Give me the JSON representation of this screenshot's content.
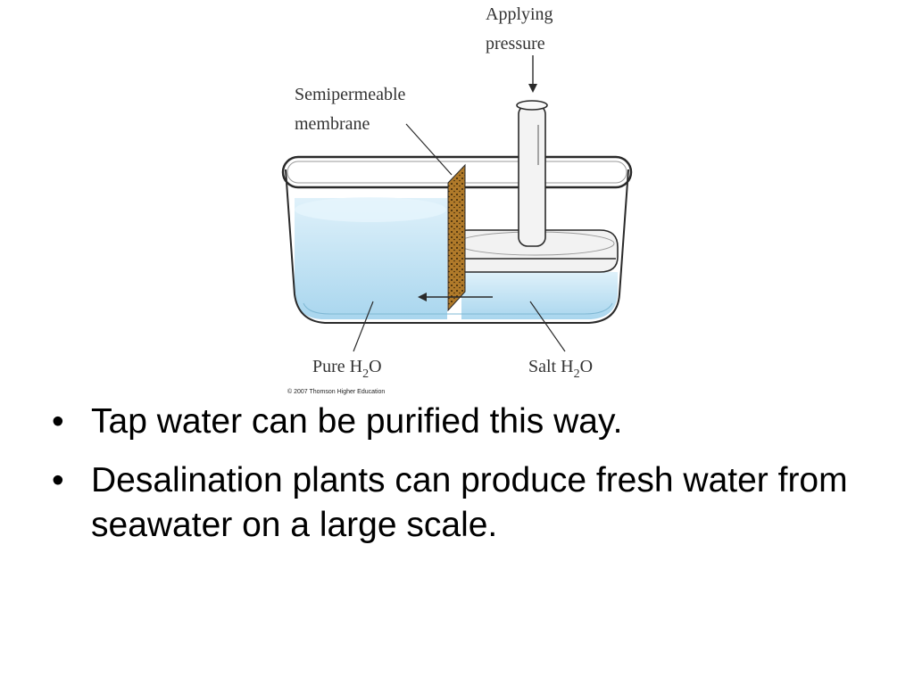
{
  "diagram": {
    "labels": {
      "applying_line1": "Applying",
      "applying_line2": "pressure",
      "membrane_line1": "Semipermeable",
      "membrane_line2": "membrane",
      "pure_prefix": "Pure H",
      "pure_sub": "2",
      "pure_suffix": "O",
      "salt_prefix": "Salt H",
      "salt_sub": "2",
      "salt_suffix": "O",
      "credit": "© 2007 Thomson Higher Education"
    },
    "colors": {
      "water": "#cfe9f6",
      "water_dark": "#a9d6ee",
      "membrane": "#b07a2a",
      "outline": "#2a2a2a"
    }
  },
  "bullets": [
    {
      "marker": "•",
      "text": "Tap water can be purified this way."
    },
    {
      "marker": "•",
      "text": "Desalination plants can produce fresh water from seawater on a large scale."
    }
  ]
}
